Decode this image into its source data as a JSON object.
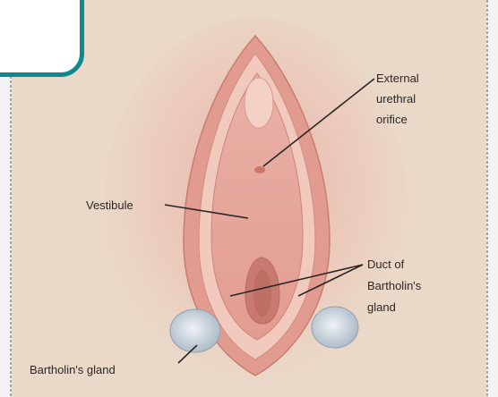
{
  "labels": {
    "external_urethral_orifice": [
      "External",
      "urethral",
      "orifice"
    ],
    "vestibule": "Vestibule",
    "duct_of_bartholins_gland": [
      "Duct of",
      "Bartholin's",
      "gland"
    ],
    "bartholins_gland": "Bartholin's gland"
  },
  "colors": {
    "accent_tab_border": "#0e8a8f",
    "background_paper": "#ead9c9",
    "tissue": "#e6a59a",
    "gland": "#c7d3de"
  }
}
